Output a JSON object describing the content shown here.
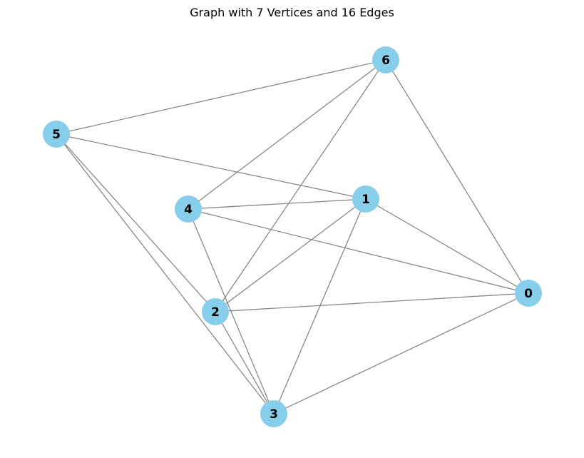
{
  "title": "Graph with 7 Vertices and 16 Edges",
  "colors": {
    "node_fill": "#87ceeb",
    "edge_stroke": "#808080",
    "label_text": "#000000",
    "background": "#ffffff"
  },
  "nodes": [
    {
      "id": "0",
      "label": "0"
    },
    {
      "id": "1",
      "label": "1"
    },
    {
      "id": "2",
      "label": "2"
    },
    {
      "id": "3",
      "label": "3"
    },
    {
      "id": "4",
      "label": "4"
    },
    {
      "id": "5",
      "label": "5"
    },
    {
      "id": "6",
      "label": "6"
    }
  ],
  "edges": [
    [
      "0",
      "6"
    ],
    [
      "0",
      "1"
    ],
    [
      "0",
      "4"
    ],
    [
      "0",
      "2"
    ],
    [
      "0",
      "3"
    ],
    [
      "1",
      "5"
    ],
    [
      "1",
      "4"
    ],
    [
      "1",
      "2"
    ],
    [
      "1",
      "3"
    ],
    [
      "2",
      "6"
    ],
    [
      "2",
      "5"
    ],
    [
      "2",
      "3"
    ],
    [
      "3",
      "5"
    ],
    [
      "3",
      "4"
    ],
    [
      "4",
      "6"
    ],
    [
      "5",
      "6"
    ]
  ]
}
